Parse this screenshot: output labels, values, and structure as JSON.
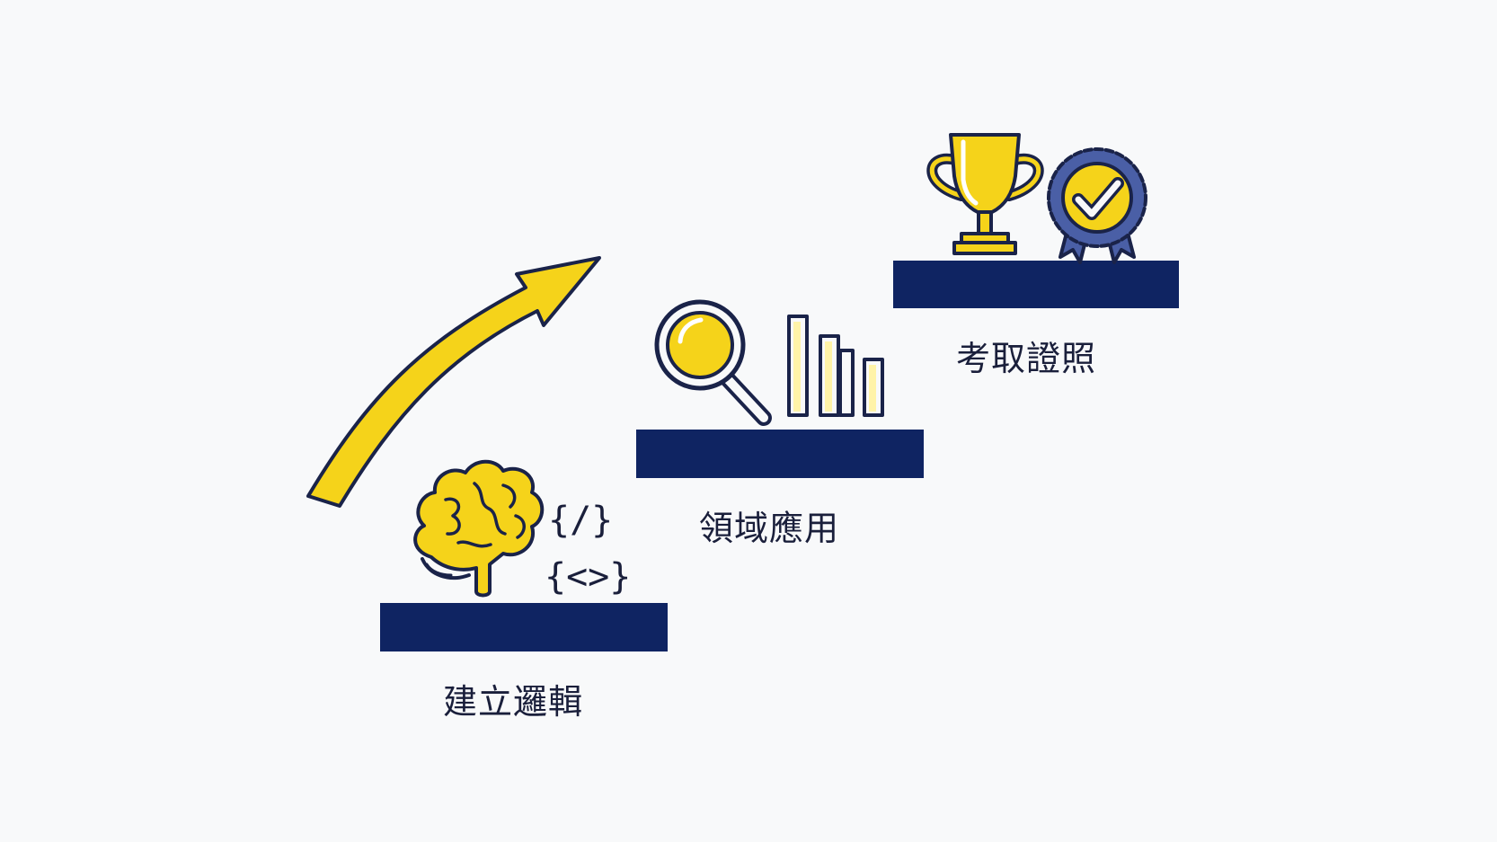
{
  "colors": {
    "background": "#f8f9fa",
    "navy": "#0f2462",
    "yellow": "#f5d31a",
    "outline": "#1a2349",
    "text": "#1a1f3b"
  },
  "icons": {
    "step1": [
      "brain-icon",
      "code-braces-icon"
    ],
    "step2": [
      "magnifier-icon",
      "bar-chart-icon"
    ],
    "step3": [
      "trophy-icon",
      "certificate-badge-icon"
    ],
    "arrow": "growth-arrow-icon"
  },
  "steps": [
    {
      "label": "建立邏輯",
      "code_top": "{/}",
      "code_bottom": "{<>}"
    },
    {
      "label": "領域應用"
    },
    {
      "label": "考取證照"
    }
  ]
}
